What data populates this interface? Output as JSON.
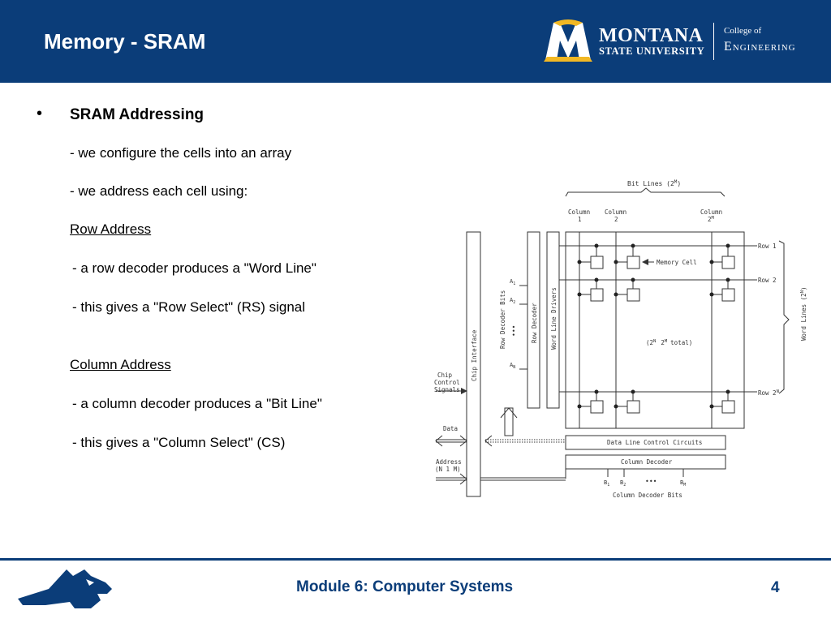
{
  "slide": {
    "title": "Memory - SRAM",
    "page_number": "4",
    "footer": "Module 6: Computer Systems"
  },
  "logo": {
    "name": "MONTANA",
    "sub": "STATE UNIVERSITY",
    "college": "College of",
    "dept": "Engineering"
  },
  "content": {
    "bullet": "•",
    "heading": "SRAM Addressing",
    "lines": [
      "- we configure the cells into an array",
      "- we address each cell using:",
      "Row Address",
      "- a row decoder produces a \"Word Line\"",
      "- this gives a \"Row Select\" (RS) signal",
      "Column Address",
      "- a column decoder produces a \"Bit Line\"",
      "- this gives a \"Column Select\" (CS)"
    ]
  },
  "diagram": {
    "bit_lines": "Bit Lines (2",
    "bit_lines_exp": "M",
    "col1": [
      "Column",
      "1"
    ],
    "col2": [
      "Column",
      "2"
    ],
    "colM": [
      "Column",
      "2"
    ],
    "colM_exp": "M",
    "row1": "Row 1",
    "row2": "Row 2",
    "rowN": "Row 2",
    "rowN_exp": "N",
    "memory_cell": "Memory Cell",
    "total": "(2",
    "total_n": "N",
    "total_m": "M",
    "total_word": "total)",
    "word_lines": "Word Lines (2",
    "word_lines_exp": "N",
    "chip_interface": "Chip Interface",
    "row_decoder_bits": "Row Decoder Bits",
    "row_decoder": "Row Decoder",
    "word_line_drivers": "Word Line Drivers",
    "a1": "A",
    "a1_sub": "1",
    "a2": "A",
    "a2_sub": "2",
    "an": "A",
    "an_sub": "N",
    "chip_control": [
      "Chip",
      "Control",
      "Signals"
    ],
    "data": "Data",
    "address": [
      "Address",
      "(N 1 M)"
    ],
    "data_line_control": "Data Line Control Circuits",
    "column_decoder": "Column Decoder",
    "b1": "B",
    "b1_sub": "1",
    "b2": "B",
    "b2_sub": "2",
    "bm": "B",
    "bm_sub": "M",
    "column_decoder_bits": "Column Decoder Bits",
    "dots": "•••"
  },
  "colors": {
    "brand_blue": "#0b3d79",
    "brand_gold": "#f2b824"
  }
}
